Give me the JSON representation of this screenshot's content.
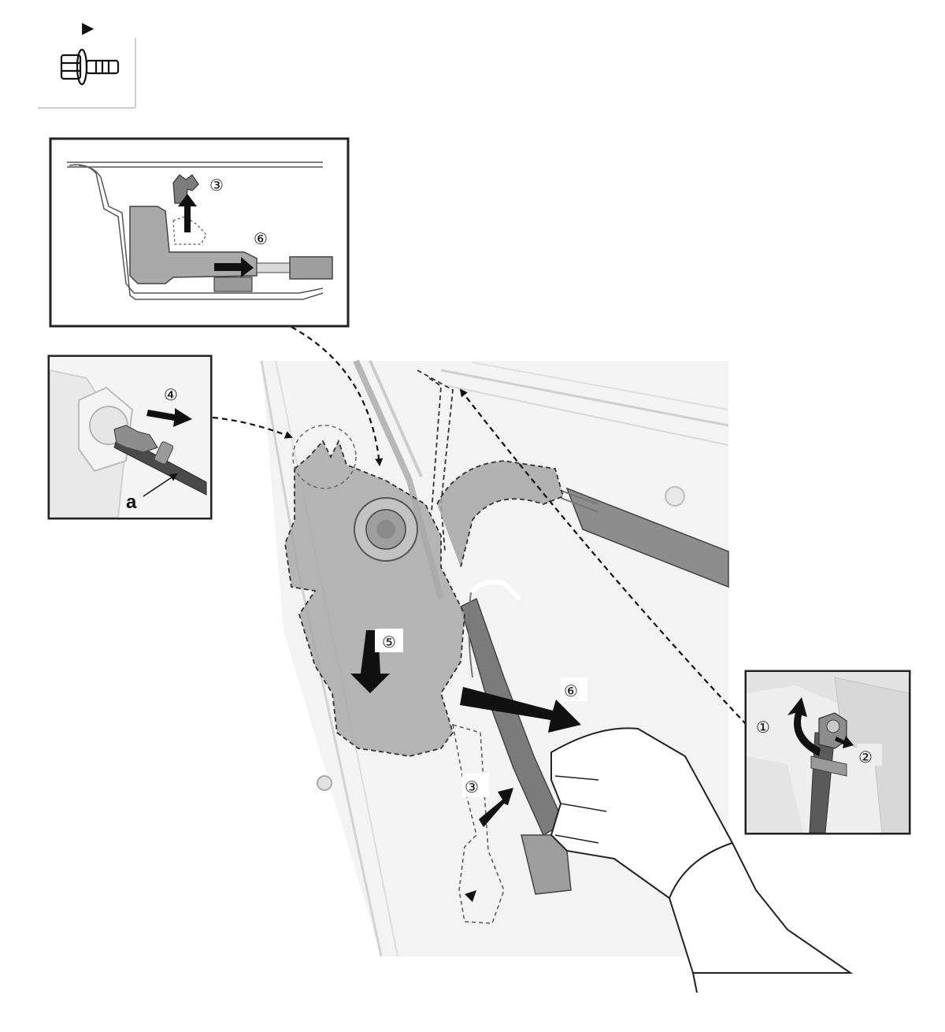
{
  "fastener": {
    "marker": "▶",
    "icon": "flange-bolt-icon"
  },
  "step_labels": {
    "step1": "①",
    "step2": "②",
    "step3": "③",
    "step4": "④",
    "step5": "⑤",
    "step6": "⑥"
  },
  "callout_a": "a",
  "colors": {
    "part_fill": "#a9a9a9",
    "part_stroke": "#3a3a3a",
    "door_fill": "#f1f1f1",
    "line": "#8a8a8a",
    "arrow": "#111111",
    "frame": "#222222"
  }
}
